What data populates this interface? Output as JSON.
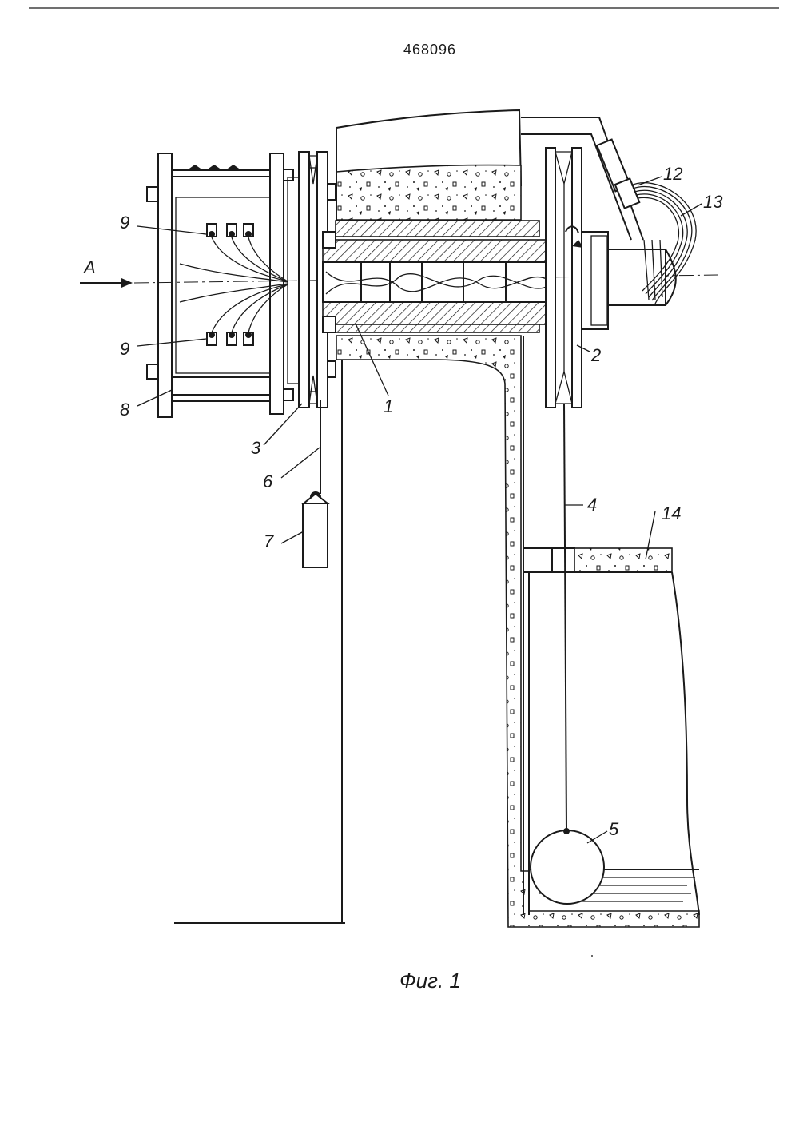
{
  "patent_number": "468096",
  "figure_caption": "Фиг. 1",
  "view_arrow_label": "A",
  "callouts": {
    "c1": "1",
    "c2": "2",
    "c3": "3",
    "c4": "4",
    "c5": "5",
    "c6": "6",
    "c7": "7",
    "c8": "8",
    "c9_top": "9",
    "c9_bottom": "9",
    "c12": "12",
    "c13": "13",
    "c14": "14"
  }
}
